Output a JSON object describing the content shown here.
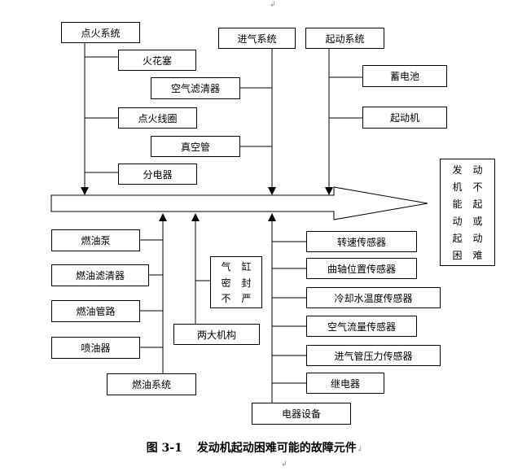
{
  "top_mark": "↲",
  "bottom_mark": "↲",
  "top_groups": [
    {
      "label": "点火系统",
      "items": [
        "火花塞",
        "空气滤清器",
        "点火线圈",
        "真空管",
        "分电器"
      ]
    },
    {
      "label": "进气系统",
      "items": []
    },
    {
      "label": "起动系统",
      "items": [
        "蓄电池",
        "起动机"
      ]
    }
  ],
  "bottom_groups": [
    {
      "label": "燃油系统",
      "items": [
        "燃油泵",
        "燃油滤清器",
        "燃油管路",
        "喷油器"
      ]
    },
    {
      "label": "两大机构",
      "items": []
    },
    {
      "label": "电器设备",
      "items": [
        "转速传感器",
        "曲轴位置传感器",
        "冷却水温度传感器",
        "空气流量传感器",
        "进气管压力传感器",
        "继电器"
      ]
    }
  ],
  "seal_box": [
    "气",
    "缸",
    "密",
    "封",
    "不",
    "严"
  ],
  "result_box": [
    "发",
    "动",
    "机",
    "不",
    "能",
    "起",
    "动",
    "或",
    "起",
    "动",
    "困",
    "难"
  ],
  "caption": {
    "number": "图 3-1",
    "text": "发动机起动困难可能的故障元件",
    "mark": "↲"
  }
}
